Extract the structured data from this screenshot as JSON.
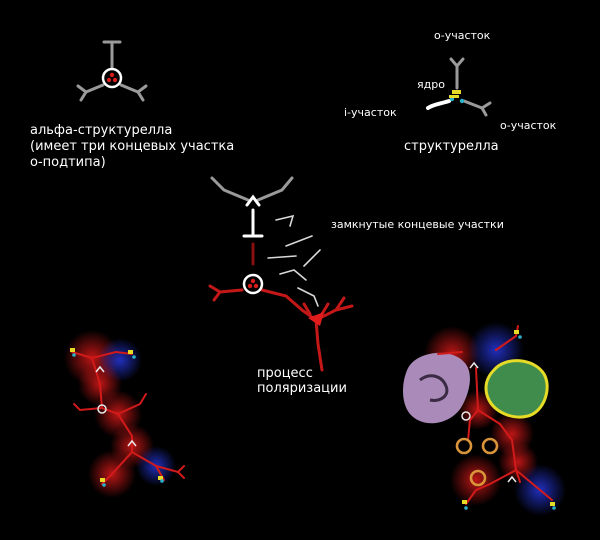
{
  "labels": {
    "alpha_title": "альфа-структурелла",
    "alpha_desc_line1": "(имеет три концевых участка",
    "alpha_desc_line2": "о-подтипа)",
    "o_segment_top": "о-участок",
    "nucleus": "ядро",
    "i_segment": "i-участок",
    "o_segment_right": "о-участок",
    "structurella": "структурелла",
    "closed_ends": "замкнутые концевые участки",
    "polarization_line1": "процесс",
    "polarization_line2": "поляризации"
  },
  "colors": {
    "background": "#000000",
    "grey_arm": "#9a9a9a",
    "white_arm": "#e8e8e8",
    "red_arm": "#c41818",
    "yellow": "#e6dc28",
    "cyan": "#2ab3c8",
    "green_blob": "#3f8c4c",
    "purple_blob": "#a98ab8",
    "orange_ring": "#d9953a",
    "blue_glow": "#1f2fbf",
    "red_glow": "#c21616"
  }
}
